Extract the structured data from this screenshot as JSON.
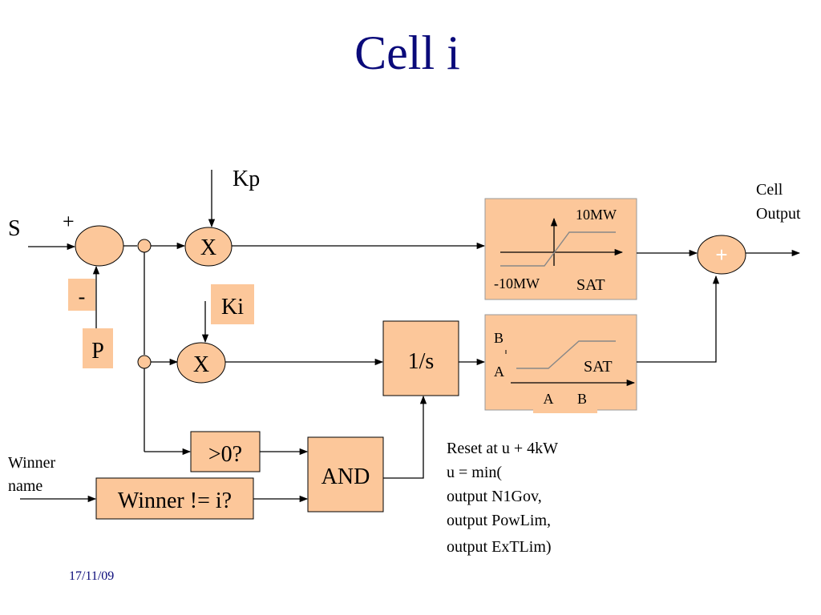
{
  "title": "Cell i",
  "inputs": {
    "s": "S",
    "plus": "+",
    "minus": "-",
    "p": "P",
    "kp": "Kp",
    "ki": "Ki",
    "winner_line1": "Winner",
    "winner_line2": "name"
  },
  "blocks": {
    "mult_top": "X",
    "mult_bottom": "X",
    "integrator": "1/s",
    "gt_zero": ">0?",
    "winner_check": "Winner != i?",
    "and_gate": "AND",
    "sum_output": "+"
  },
  "sat_top": {
    "upper": "10MW",
    "lower": "-10MW",
    "label": "SAT"
  },
  "sat_bottom": {
    "b_left": "B",
    "a_left": "A",
    "label": "SAT",
    "a_bottom": "A",
    "b_bottom": "B"
  },
  "output": {
    "line1": "Cell",
    "line2": "Output"
  },
  "note": {
    "line1": "Reset at u + 4kW",
    "line2": "u = min(",
    "line3": "output N1Gov,",
    "line4": "output PowLim,",
    "line5": "output ExTLim)"
  },
  "footer": {
    "date": "17/11/09"
  },
  "colors": {
    "block_fill": "#fcc79a",
    "title": "#0a0a7a"
  }
}
